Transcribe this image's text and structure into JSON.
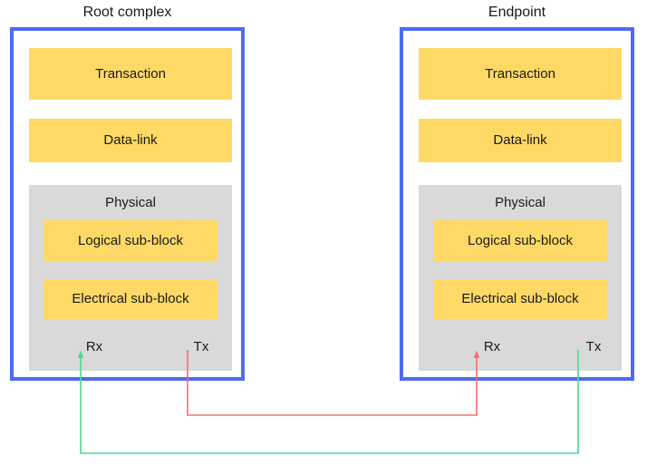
{
  "diagram": {
    "title_left": "Root complex",
    "title_right": "Endpoint",
    "colors": {
      "frame_border": "#4d6af5",
      "layer_fill": "#ffd966",
      "physical_fill": "#d9d9d9",
      "tx_wire_left": "#ff6b6b",
      "rx_wire_left": "#4ad991",
      "text": "#1a1a1a",
      "background": "#ffffff"
    },
    "devices": [
      {
        "id": "root-complex",
        "name": "Root complex",
        "layers": [
          {
            "id": "transaction",
            "label": "Transaction"
          },
          {
            "id": "data-link",
            "label": "Data-link"
          }
        ],
        "physical": {
          "label": "Physical",
          "sub_blocks": [
            {
              "id": "logical-sub-block",
              "label": "Logical sub-block"
            },
            {
              "id": "electrical-sub-block",
              "label": "Electrical sub-block"
            }
          ],
          "ports": [
            {
              "id": "rx",
              "label": "Rx",
              "direction": "in",
              "wire_color": "#4ad991"
            },
            {
              "id": "tx",
              "label": "Tx",
              "direction": "out",
              "wire_color": "#ff6b6b"
            }
          ]
        }
      },
      {
        "id": "endpoint",
        "name": "Endpoint",
        "layers": [
          {
            "id": "transaction",
            "label": "Transaction"
          },
          {
            "id": "data-link",
            "label": "Data-link"
          }
        ],
        "physical": {
          "label": "Physical",
          "sub_blocks": [
            {
              "id": "logical-sub-block",
              "label": "Logical sub-block"
            },
            {
              "id": "electrical-sub-block",
              "label": "Electrical sub-block"
            }
          ],
          "ports": [
            {
              "id": "rx",
              "label": "Rx",
              "direction": "in",
              "wire_color": "#ff6b6b"
            },
            {
              "id": "tx",
              "label": "Tx",
              "direction": "out",
              "wire_color": "#4ad991"
            }
          ]
        }
      }
    ],
    "links": [
      {
        "id": "link-left-tx-to-right-rx",
        "from": "root-complex.tx",
        "to": "endpoint.rx",
        "color": "#ff6b6b"
      },
      {
        "id": "link-right-tx-to-left-rx",
        "from": "endpoint.tx",
        "to": "root-complex.rx",
        "color": "#4ad991"
      }
    ]
  }
}
